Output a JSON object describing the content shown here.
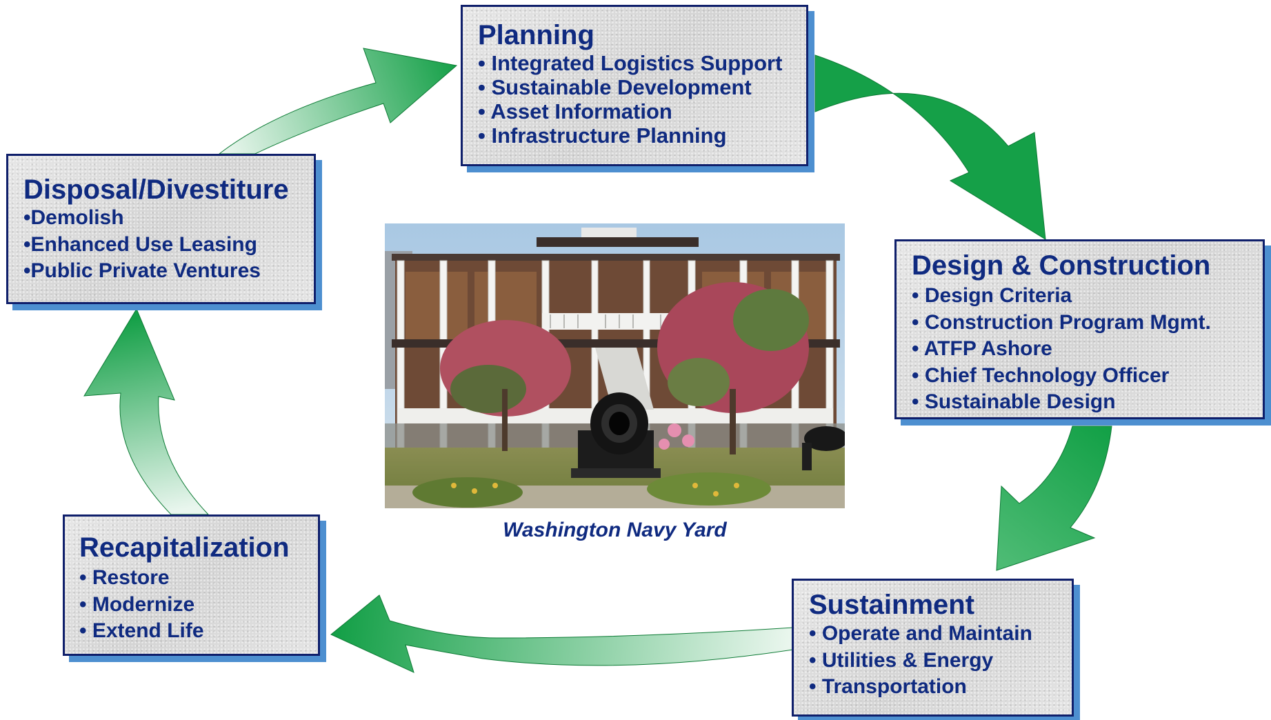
{
  "stages": {
    "planning": {
      "title": "Planning",
      "items": [
        "• Integrated Logistics Support",
        "• Sustainable Development",
        "• Asset Information",
        "• Infrastructure Planning"
      ]
    },
    "design_construction": {
      "title": "Design & Construction",
      "items": [
        "• Design Criteria",
        "• Construction Program Mgmt.",
        "• ATFP Ashore",
        "• Chief Technology Officer",
        "• Sustainable Design"
      ]
    },
    "sustainment": {
      "title": "Sustainment",
      "items": [
        "• Operate and Maintain",
        "• Utilities & Energy",
        "• Transportation"
      ]
    },
    "recapitalization": {
      "title": "Recapitalization",
      "items": [
        "• Restore",
        "• Modernize",
        "• Extend Life"
      ]
    },
    "disposal": {
      "title": "Disposal/Divestiture",
      "items": [
        "•Demolish",
        "•Enhanced Use Leasing",
        "•Public Private Ventures"
      ]
    }
  },
  "photo": {
    "caption": "Washington Navy Yard"
  },
  "colors": {
    "title_text": "#0f2a80",
    "box_border": "#0f1f6b",
    "box_shadow": "#4d8fd0",
    "arrow_dark": "#18a24a",
    "arrow_light": "#e8f6ec"
  }
}
